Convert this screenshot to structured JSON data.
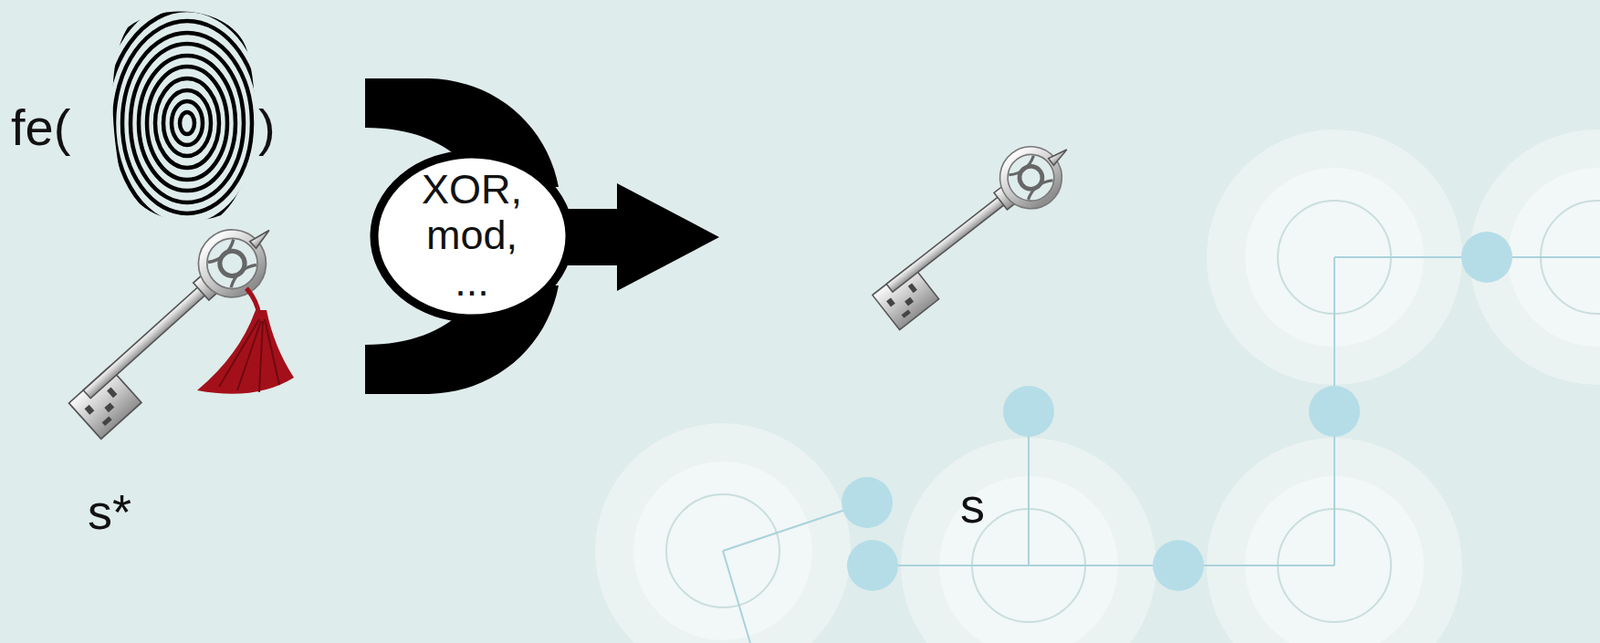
{
  "diagram": {
    "nodes": [
      {
        "text": [
          "XOR, mod, ..."
        ]
      }
    ],
    "labels": [
      "fe(",
      ")",
      "s*",
      "s"
    ]
  }
}
